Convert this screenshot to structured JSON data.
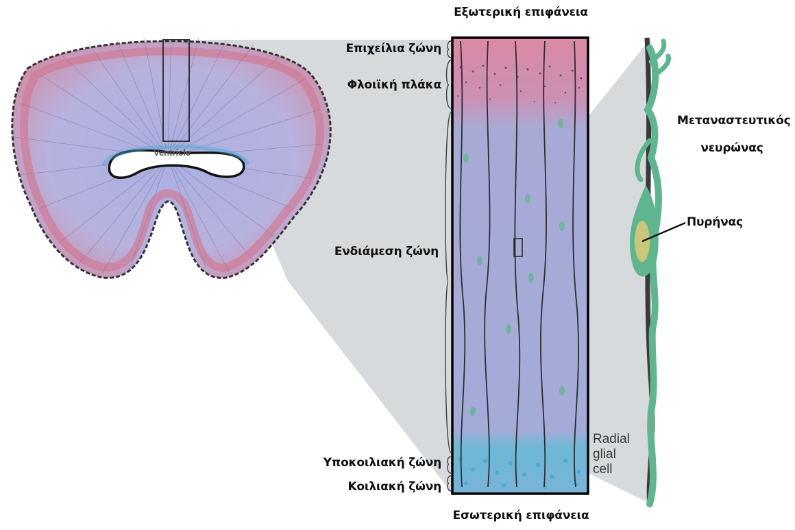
{
  "labels": {
    "outer_surface": "Εξωτερική επιφάνεια",
    "inner_surface": "Εσωτερική επιφάνεια",
    "epithelial_zone": "Επιχείλια ζώνη",
    "cortical_plate": "Φλοιϊκή πλάκα",
    "intermediate_zone": "Ενδιάμεση ζώνη",
    "subventricular_zone": "Υποκοιλιακή ζώνη",
    "ventricular_zone": "Κοιλιακή ζώνη",
    "ventricle": "Ventricle",
    "radial_glial_cell": [
      "Radial",
      "glial",
      "cell"
    ],
    "migrating_neuron": [
      "Μεταναστευτικός",
      "νευρώνας"
    ],
    "nucleus": "Πυρήνας"
  },
  "colors": {
    "pink_layer": "#d8899f",
    "blue_tissue": "#a6add8",
    "teal_cell": "#5fb58e",
    "zoom_grey": "#cfd3d6",
    "nucleus": "#c9c77a"
  }
}
